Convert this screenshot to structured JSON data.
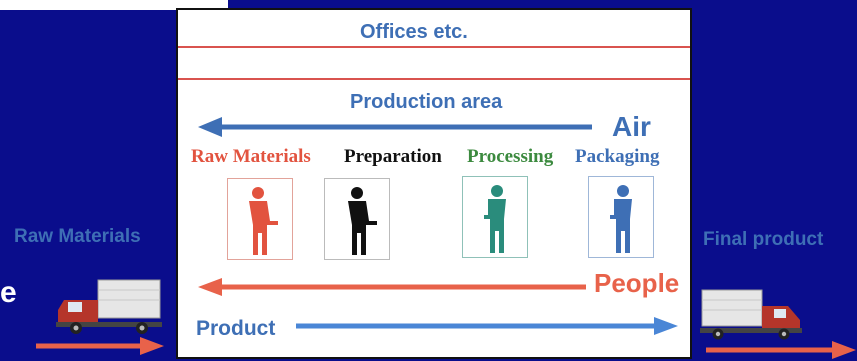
{
  "diagram": {
    "offices_label": "Offices etc.",
    "production_area_label": "Production area",
    "air_label": "Air",
    "stages": [
      {
        "label": "Raw Materials",
        "color": "#e2533f"
      },
      {
        "label": "Preparation",
        "color": "#111111"
      },
      {
        "label": "Processing",
        "color": "#3c8a3f"
      },
      {
        "label": "Packaging",
        "color": "#3e6fb5"
      }
    ],
    "people_label": "People",
    "product_label": "Product",
    "left_label": "Raw Materials",
    "right_label": "Final product",
    "edge_fragment": "e"
  },
  "colors": {
    "background": "#0a0d8c",
    "air_arrow": "#3e6fb5",
    "people_arrow": "#e8624a",
    "product_arrow": "#4a86d6",
    "teal_worker": "#2a8c7c"
  }
}
